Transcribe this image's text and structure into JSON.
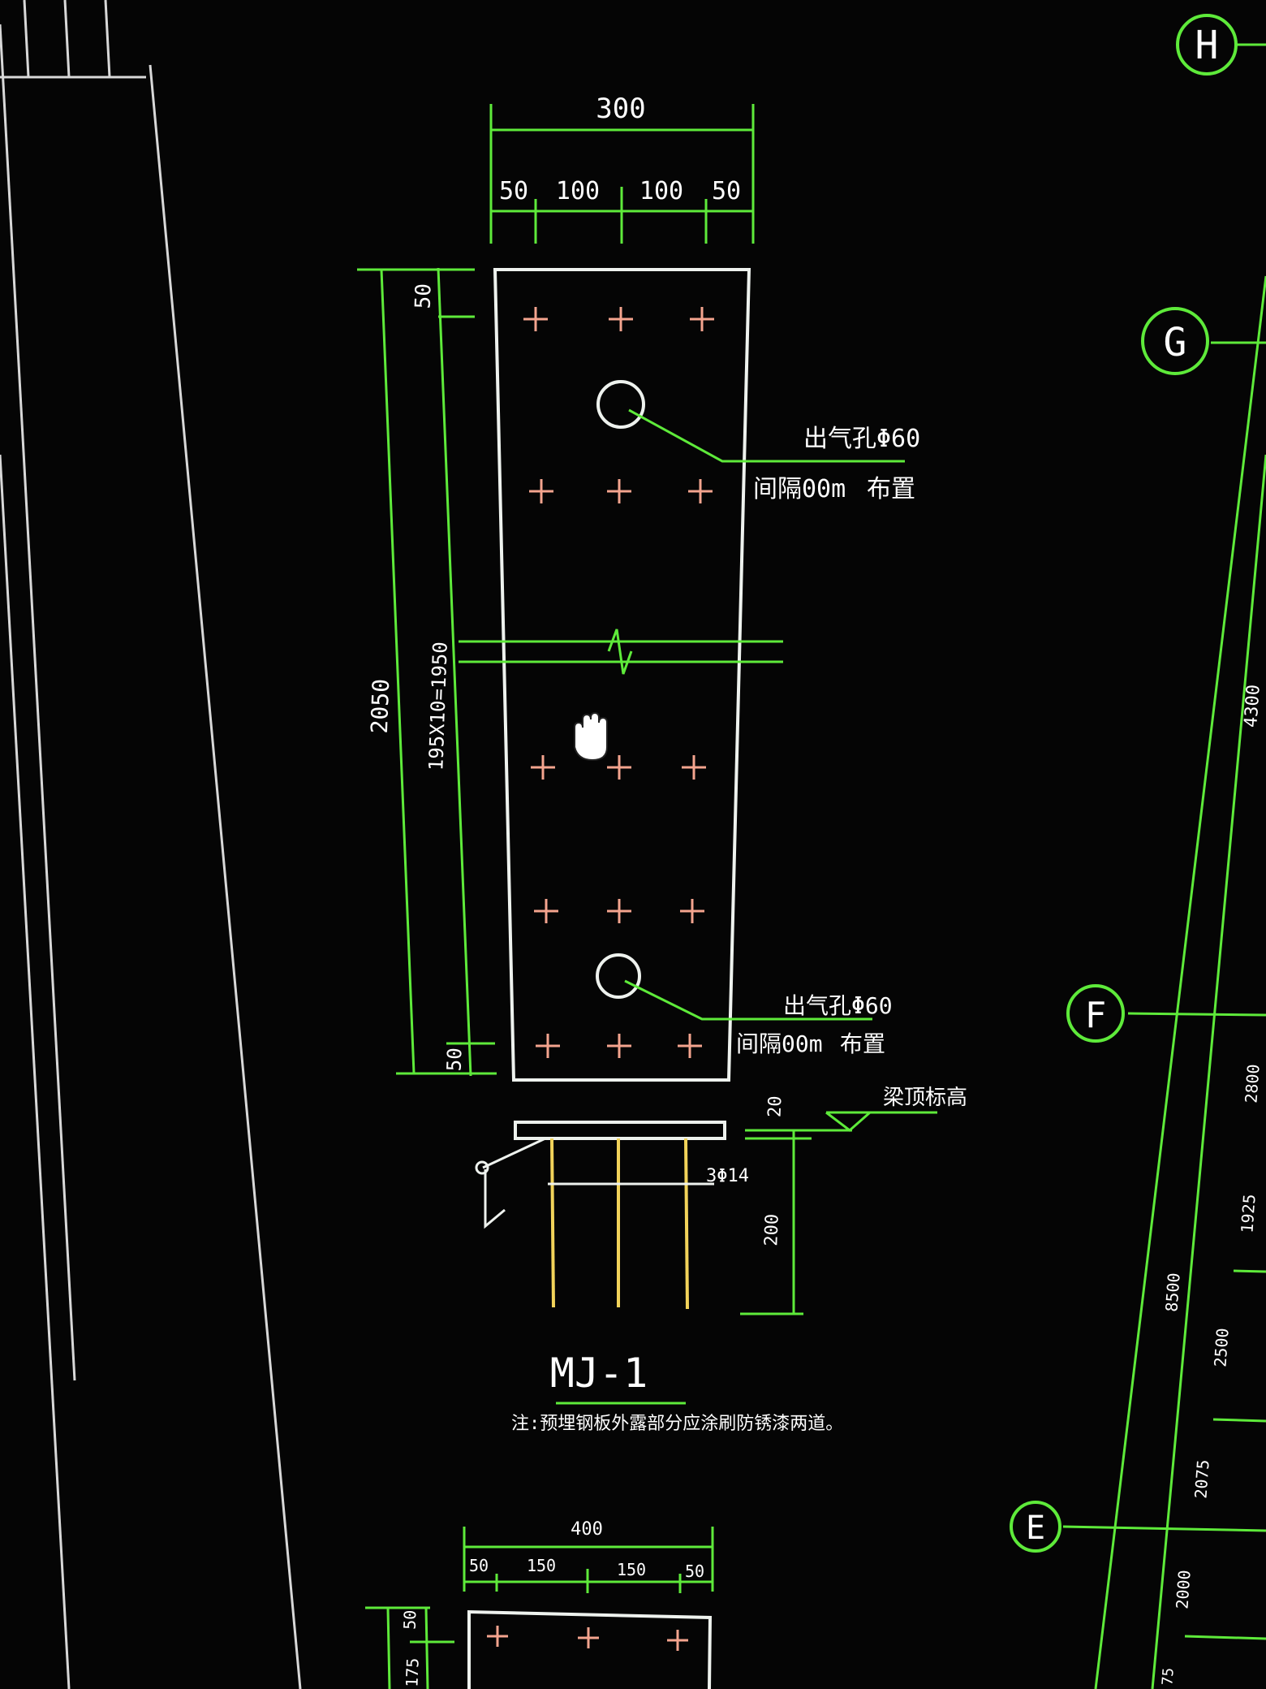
{
  "colors": {
    "background": "#050505",
    "dimension_lines": "#5eea3a",
    "outline": "#eef2ee",
    "anchor_bars": "#f2d35a",
    "bolt_marks": "#f4a48e"
  },
  "cursor_icon": "hand-pan-icon",
  "plate_mj1": {
    "top_dims": {
      "total": "300",
      "seg1": "50",
      "seg2": "100",
      "seg3": "100",
      "seg4": "50"
    },
    "left_dims": {
      "overall": "2050",
      "spacing": "195X10=1950",
      "top_edge": "50",
      "bottom_edge": "50"
    },
    "vent_note_top": {
      "line1": "出气孔Φ60",
      "line2": "间隔00m",
      "line3": "布置"
    },
    "vent_note_bottom": {
      "line1": "出气孔Φ60",
      "line2": "间隔00m",
      "line3": "布置"
    },
    "section": {
      "elevation_label": "梁顶标高",
      "dim_20": "20",
      "dim_200": "200",
      "bar_label": "3Φ14"
    },
    "title": "MJ-1",
    "note": "注:预埋钢板外露部分应涂刷防锈漆两道。"
  },
  "plate_2": {
    "top_dims": {
      "total": "400",
      "seg1": "50",
      "seg2": "150",
      "seg3": "150",
      "seg4": "50"
    },
    "left_dims": {
      "a": "50",
      "b": "175"
    }
  },
  "axis_grid": {
    "bubbles": [
      "H",
      "G",
      "F",
      "E"
    ],
    "dims": [
      "4300",
      "2800",
      "1925",
      "8500",
      "2500",
      "2075",
      "2000",
      "75"
    ]
  }
}
